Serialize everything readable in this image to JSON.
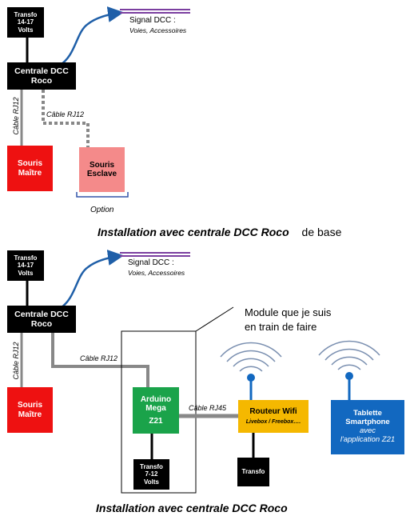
{
  "section1": {
    "transfo": [
      "Transfo",
      "14-17",
      "Volts"
    ],
    "centrale": [
      "Centrale DCC",
      "Roco"
    ],
    "souris_maitre": [
      "Souris",
      "Maître"
    ],
    "souris_esclave": [
      "Souris",
      "Esclave"
    ],
    "signal_title": "Signal DCC :",
    "signal_sub": "Voies, Accessoires",
    "cable_vertical": "Câble RJ12",
    "cable_dotted": "Câble RJ12",
    "option": "Option",
    "caption_main": "Installation avec centrale DCC Roco",
    "caption_suffix": "de base"
  },
  "section2": {
    "transfo": [
      "Transfo",
      "14-17",
      "Volts"
    ],
    "centrale": [
      "Centrale DCC",
      "Roco"
    ],
    "souris_maitre": [
      "Souris",
      "Maître"
    ],
    "signal_title": "Signal DCC :",
    "signal_sub": "Voies, Accessoires",
    "cable_vertical": "Câble RJ12",
    "cable_rj12": "Câble RJ12",
    "cable_rj45": "Câble RJ45",
    "arduino": [
      "Arduino",
      "Mega",
      "Z21"
    ],
    "transfo_small": [
      "Transfo",
      "7-12",
      "Volts"
    ],
    "routeur_title": "Routeur Wifi",
    "routeur_sub": "Livebox / Freebox….",
    "transfo_routeur": "Transfo",
    "tablette": [
      "Tablette",
      "Smartphone",
      "avec",
      "l'application Z21"
    ],
    "module_note": [
      "Module que je suis",
      "en train de faire"
    ],
    "caption": "Installation avec centrale DCC Roco"
  },
  "colors": {
    "black": "#000000",
    "red": "#ee1111",
    "pink": "#f48a8a",
    "green": "#1aa34a",
    "orange": "#f5b800",
    "blue": "#1268c0",
    "signal_purple": "#7b3fa0",
    "arrow_blue": "#1f5fa8",
    "cable_gray": "#888888"
  },
  "icons": [
    "wifi-antenna-icon",
    "signal-rails-icon"
  ]
}
